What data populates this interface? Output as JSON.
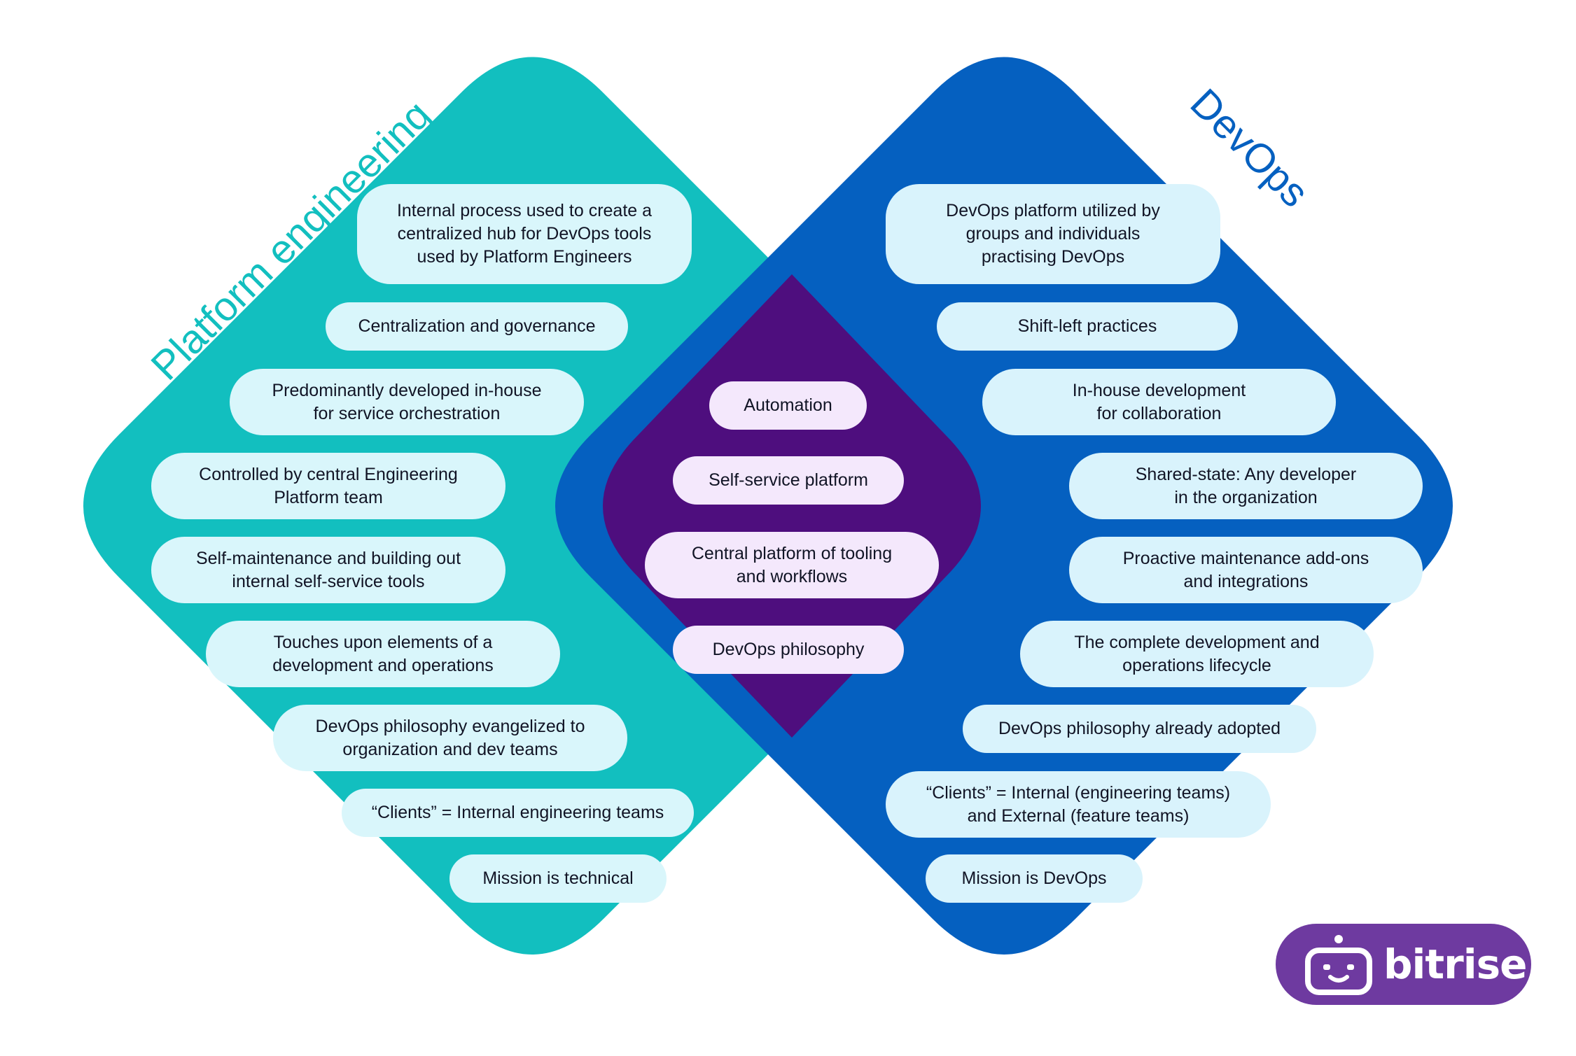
{
  "colors": {
    "platform": "#12bfbf",
    "devops": "#0560c0",
    "overlap": "#4e0e7e",
    "platform_title": "#12bfbf",
    "devops_title": "#0560c0",
    "logo_bg": "#6e3aa0"
  },
  "titles": {
    "platform": "Platform engineering",
    "devops": "DevOps"
  },
  "platform_items": [
    "Internal process used to create a\ncentralized hub for DevOps tools\nused by Platform Engineers",
    "Centralization and governance",
    "Predominantly developed in-house\nfor service orchestration",
    "Controlled by central Engineering\nPlatform team",
    "Self-maintenance and building out\ninternal self-service tools",
    "Touches upon elements of a\ndevelopment and operations",
    "DevOps philosophy evangelized to\norganization and dev teams",
    "“Clients” = Internal engineering teams",
    "Mission is technical"
  ],
  "shared_items": [
    "Automation",
    "Self-service platform",
    "Central platform of tooling\nand workflows",
    "DevOps philosophy"
  ],
  "devops_items": [
    "DevOps platform utilized by\ngroups and individuals\npractising DevOps",
    "Shift-left practices",
    "In-house development\nfor collaboration",
    "Shared-state: Any developer\nin the organization",
    "Proactive maintenance add-ons\nand integrations",
    "The complete development and\noperations lifecycle",
    "DevOps philosophy already adopted",
    "“Clients” = Internal (engineering teams)\nand External (feature teams)",
    "Mission is DevOps"
  ],
  "logo": {
    "text": "bitrise",
    "icon": "bitrise-robot-icon"
  }
}
